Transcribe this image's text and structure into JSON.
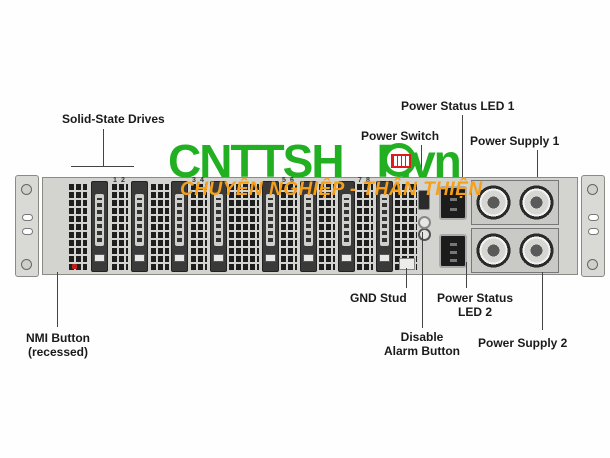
{
  "diagram": {
    "subject": "Server rear panel",
    "labels": {
      "solid_state_drives": "Solid-State Drives",
      "power_status_led_1": "Power Status LED 1",
      "power_switch": "Power Switch",
      "power_supply_1": "Power Supply 1",
      "gnd_stud": "GND Stud",
      "power_status_led_2_line1": "Power Status",
      "power_status_led_2_line2": "LED 2",
      "disable_alarm_line1": "Disable",
      "disable_alarm_line2": "Alarm Button",
      "power_supply_2": "Power Supply 2",
      "nmi_line1": "NMI Button",
      "nmi_line2": "(recessed)"
    },
    "drive_numbers": [
      "1",
      "2",
      "3",
      "4",
      "5",
      "6",
      "7",
      "8"
    ],
    "colors": {
      "chassis": "#d3d3d0",
      "grille": "#1e1e1e",
      "nmi_button": "#c41b1b",
      "leader_line": "#444444"
    }
  },
  "watermark": {
    "brand_text": "CNTTSH",
    "brand_suffix": "P.vn",
    "tagline": "CHUYÊN NGHIỆP - THÂN THIỆN",
    "brand_color": "#22b022",
    "tagline_color": "#f5a01a",
    "icon": "shopping-cart-icon"
  }
}
